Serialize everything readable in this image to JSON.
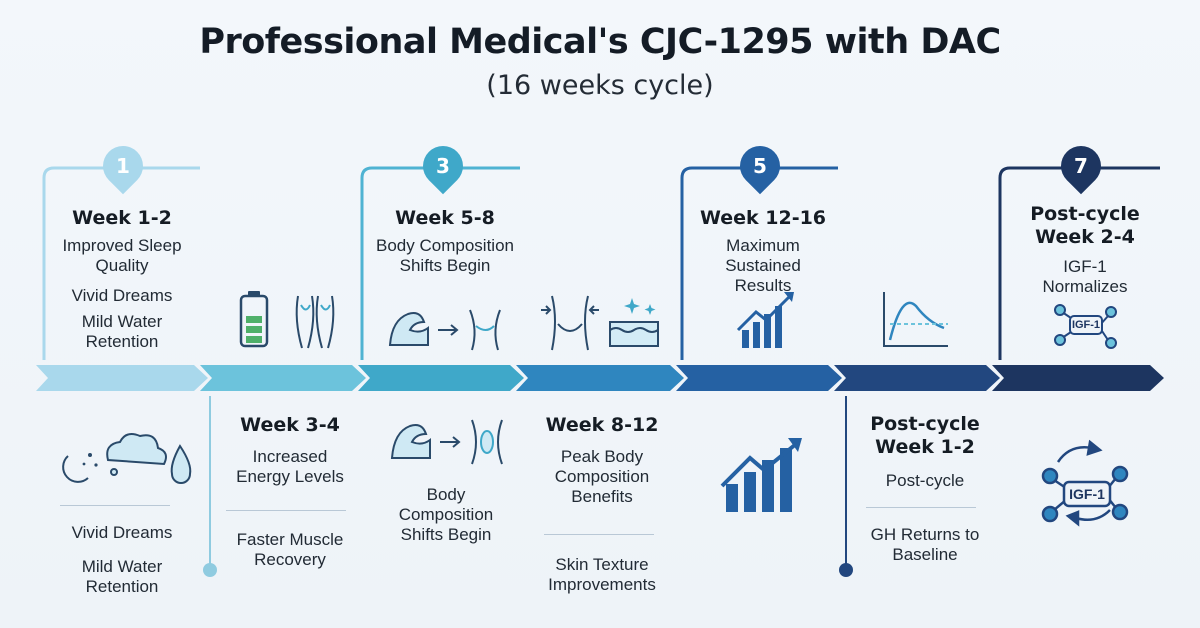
{
  "title": "Professional Medical's CJC-1295 with DAC",
  "subtitle": "(16 weeks cycle)",
  "colors": {
    "stage1": "#a9d8ec",
    "stage2": "#6cc3dc",
    "stage3": "#3fa8c9",
    "stage4": "#2f86bf",
    "stage5": "#2561a3",
    "stage6": "#22477f",
    "stage7": "#1d3560"
  },
  "top": [
    {
      "num": "1",
      "heading": "Week 1-2",
      "lines": [
        "Improved Sleep Quality",
        "Vivid Dreams",
        "Mild Water Retention"
      ]
    },
    {
      "num": "3",
      "heading": "Week 5-8",
      "lines": [
        "Body Composition Shifts Begin"
      ]
    },
    {
      "num": "5",
      "heading": "Week 12-16",
      "lines": [
        "Maximum Sustained Results"
      ]
    },
    {
      "num": "7",
      "heading": "Post-cycle Week 2-4",
      "lines": [
        "IGF-1 Normalizes"
      ],
      "badge": "IGF-1"
    }
  ],
  "bottom": [
    {
      "lines": [
        "Vivid Dreams",
        "Mild Water Retention"
      ]
    },
    {
      "heading": "Week 3-4",
      "lines": [
        "Increased Energy Levels",
        "Faster Muscle Recovery"
      ]
    },
    {
      "lines": [
        "Body Composition Shifts Begin"
      ]
    },
    {
      "heading": "Week 8-12",
      "lines": [
        "Peak Body Composition Benefits",
        "Skin Texture Improvements"
      ]
    },
    {
      "heading": "Post-cycle Week 1-2",
      "lines": [
        "Post-cycle",
        "GH Returns to Baseline"
      ]
    },
    {
      "badge": "IGF-1"
    }
  ]
}
